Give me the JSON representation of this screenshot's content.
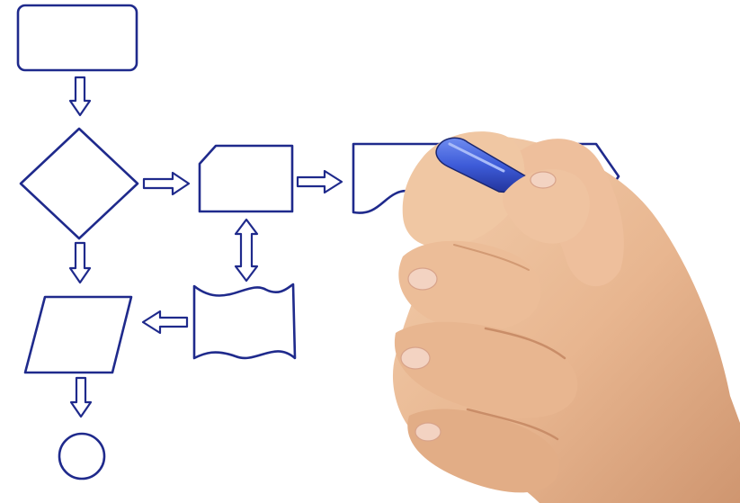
{
  "colors": {
    "background": "#ffffff",
    "ink": "#1f2a8c",
    "marker_body": "#3d5bd8",
    "marker_tip": "#1a2670",
    "skin_light": "#f0c7a3",
    "skin_mid": "#e3ae88",
    "skin_shadow": "#c98d68",
    "nail": "#f3d3c2"
  },
  "flowchart": {
    "shapes": [
      {
        "id": "start-box",
        "kind": "rounded-rectangle"
      },
      {
        "id": "decision",
        "kind": "diamond"
      },
      {
        "id": "process",
        "kind": "rectangle-with-cut-corner"
      },
      {
        "id": "display",
        "kind": "document-shape"
      },
      {
        "id": "preparation",
        "kind": "hexagon"
      },
      {
        "id": "punched-tape",
        "kind": "wavy-banner"
      },
      {
        "id": "input-output",
        "kind": "parallelogram"
      },
      {
        "id": "terminator",
        "kind": "circle"
      }
    ]
  },
  "hand": {
    "holding": "marker",
    "marker_color": "blue"
  }
}
